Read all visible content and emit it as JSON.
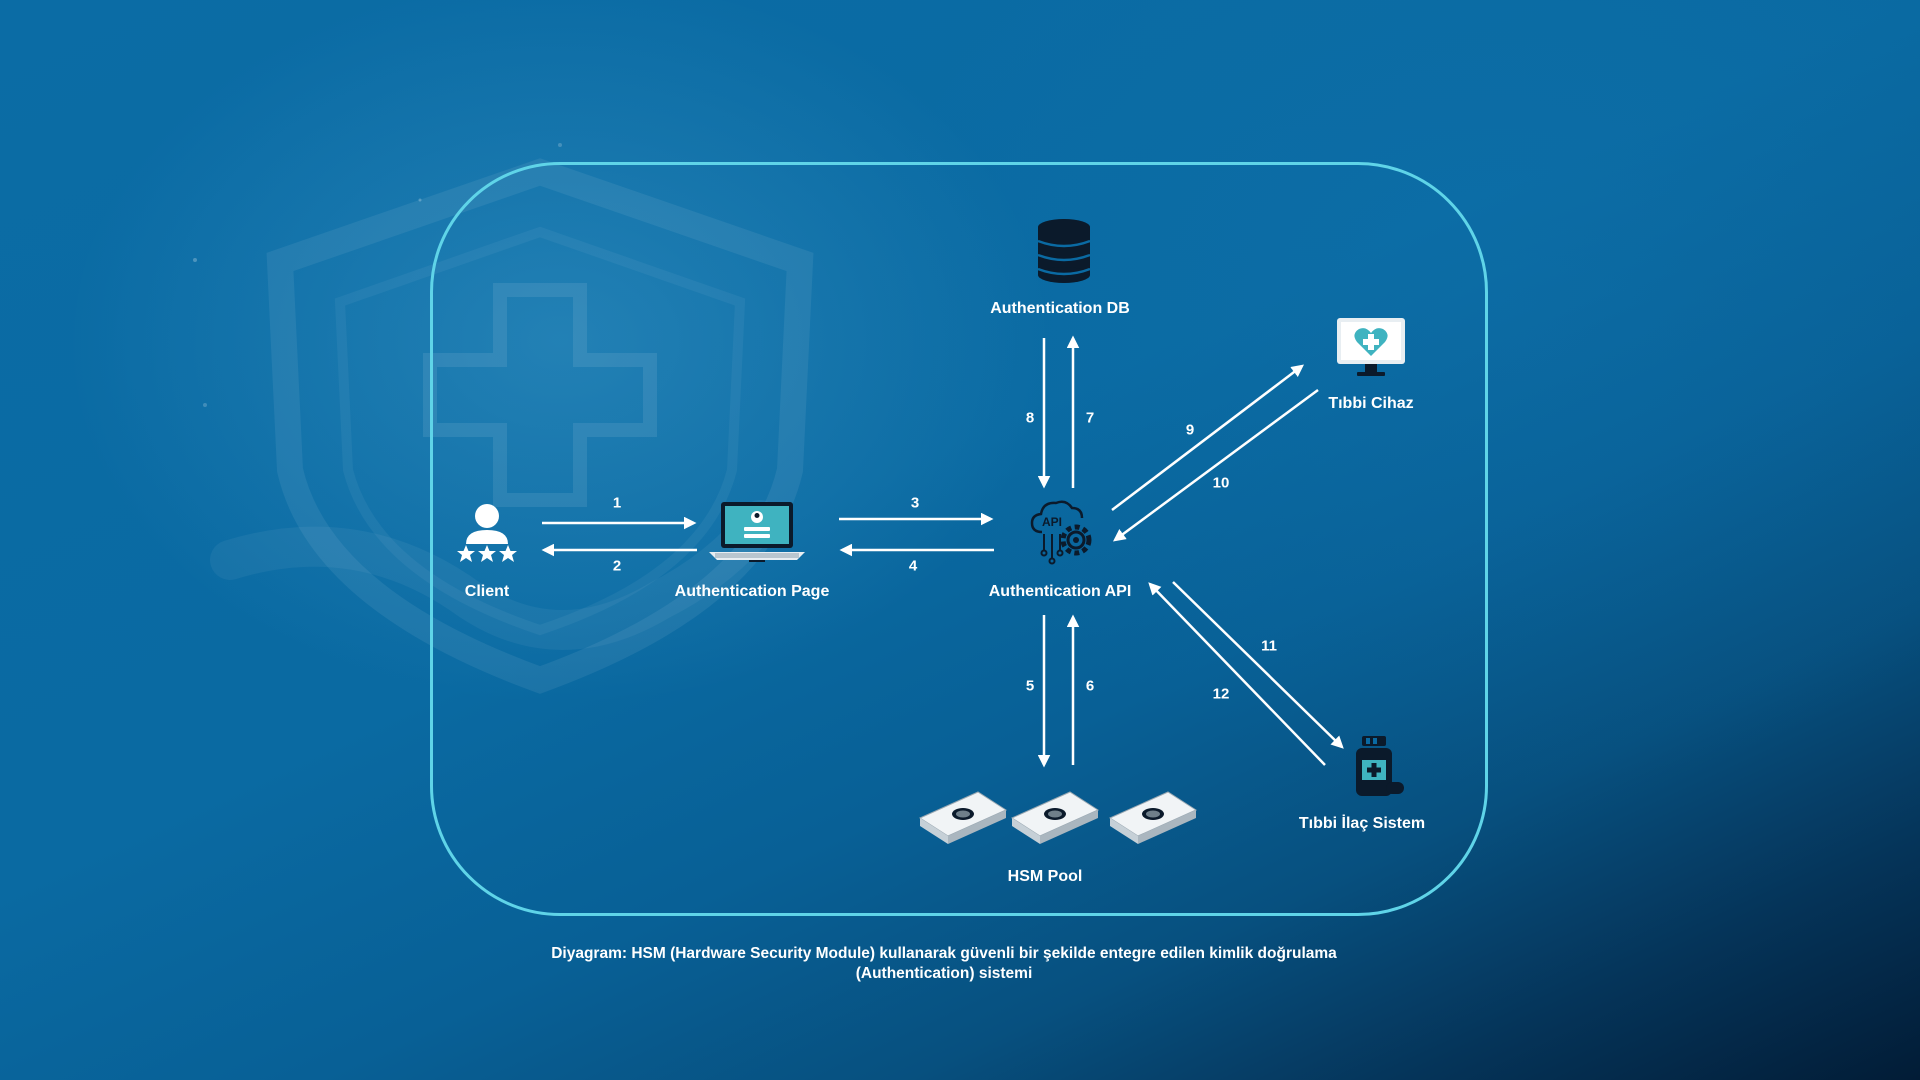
{
  "nodes": {
    "client": "Client",
    "auth_page": "Authentication Page",
    "auth_api": "Authentication API",
    "auth_db": "Authentication DB",
    "hsm_pool": "HSM Pool",
    "medical_device": "Tıbbi Cihaz",
    "medication_system": "Tıbbi İlaç Sistem"
  },
  "steps": [
    "1",
    "2",
    "3",
    "4",
    "5",
    "6",
    "7",
    "8",
    "9",
    "10",
    "11",
    "12"
  ],
  "caption_line1": "Diyagram: HSM (Hardware Security Module) kullanarak güvenli bir şekilde entegre edilen kimlik doğrulama",
  "caption_line2": "(Authentication) sistemi",
  "colors": {
    "frame": "#5fd4e8",
    "icon_dark": "#0b1a2b",
    "accent_teal": "#3fb3c0"
  }
}
